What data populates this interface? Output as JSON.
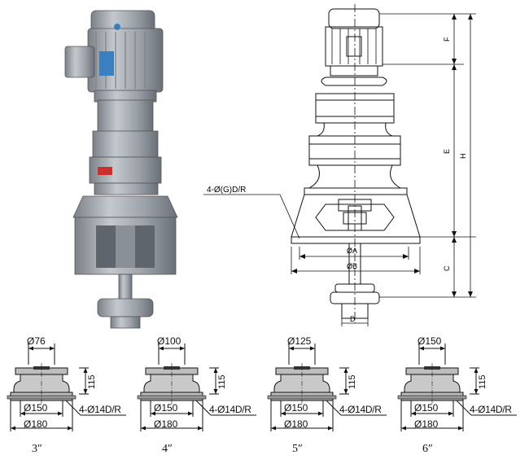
{
  "main_drawing": {
    "callout": "4-Ø(G)D/R",
    "dims": {
      "f": "F",
      "e": "E",
      "h": "H",
      "c": "C",
      "a": "ØA",
      "b": "ØB",
      "d": "D"
    }
  },
  "flanges": [
    {
      "top": "Ø76",
      "side": "115",
      "inner": "Ø150",
      "outer": "Ø180",
      "holes": "4-Ø14D/R",
      "size": "3″"
    },
    {
      "top": "Ø100",
      "side": "115",
      "inner": "Ø150",
      "outer": "Ø180",
      "holes": "4-Ø14D/R",
      "size": "4″"
    },
    {
      "top": "Ø125",
      "side": "115",
      "inner": "Ø150",
      "outer": "Ø180",
      "holes": "4-Ø14D/R",
      "size": "5″"
    },
    {
      "top": "Ø150",
      "side": "115",
      "inner": "Ø150",
      "outer": "Ø180",
      "holes": "4-Ø14D/R",
      "size": "6″"
    }
  ],
  "colors": {
    "body": "#9ea4ac",
    "body_dark": "#6f757c",
    "label": "#3a7fc0",
    "plate": "#c8322a",
    "line": "#111111"
  }
}
